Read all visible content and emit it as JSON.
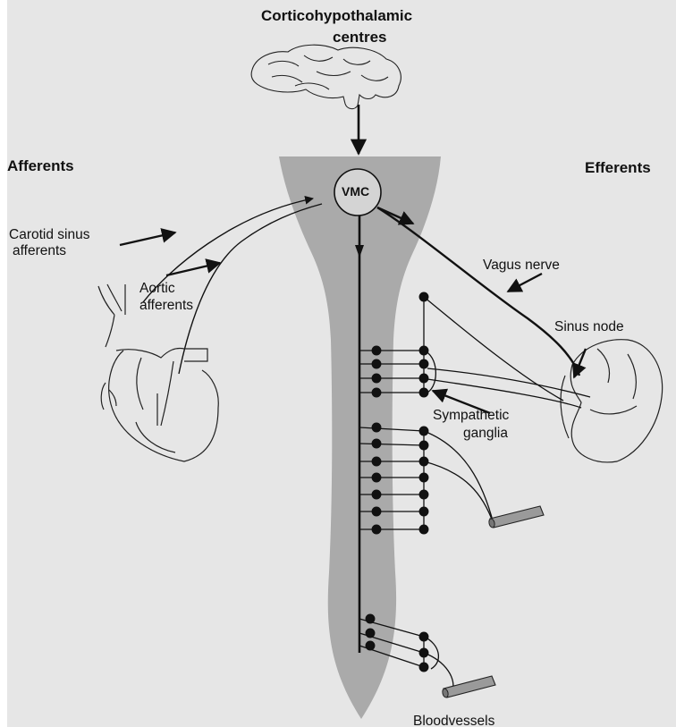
{
  "title_line1": "Corticohypothalamic",
  "title_line2": "centres",
  "afferents": "Afferents",
  "efferents": "Efferents",
  "vmc": "VMC",
  "carotid_line1": "Carotid sinus",
  "carotid_line2": "afferents",
  "aortic_line1": "Aortic",
  "aortic_line2": "afferents",
  "vagus": "Vagus nerve",
  "sinus_node": "Sinus node",
  "sympathetic_line1": "Sympathetic",
  "sympathetic_line2": "ganglia",
  "bloodvessels": "Bloodvessels",
  "colors": {
    "background": "#e6e6e6",
    "spinal_cord": "#aaaaaa",
    "vmc_fill": "#d4d4d4",
    "ink": "#111111"
  }
}
